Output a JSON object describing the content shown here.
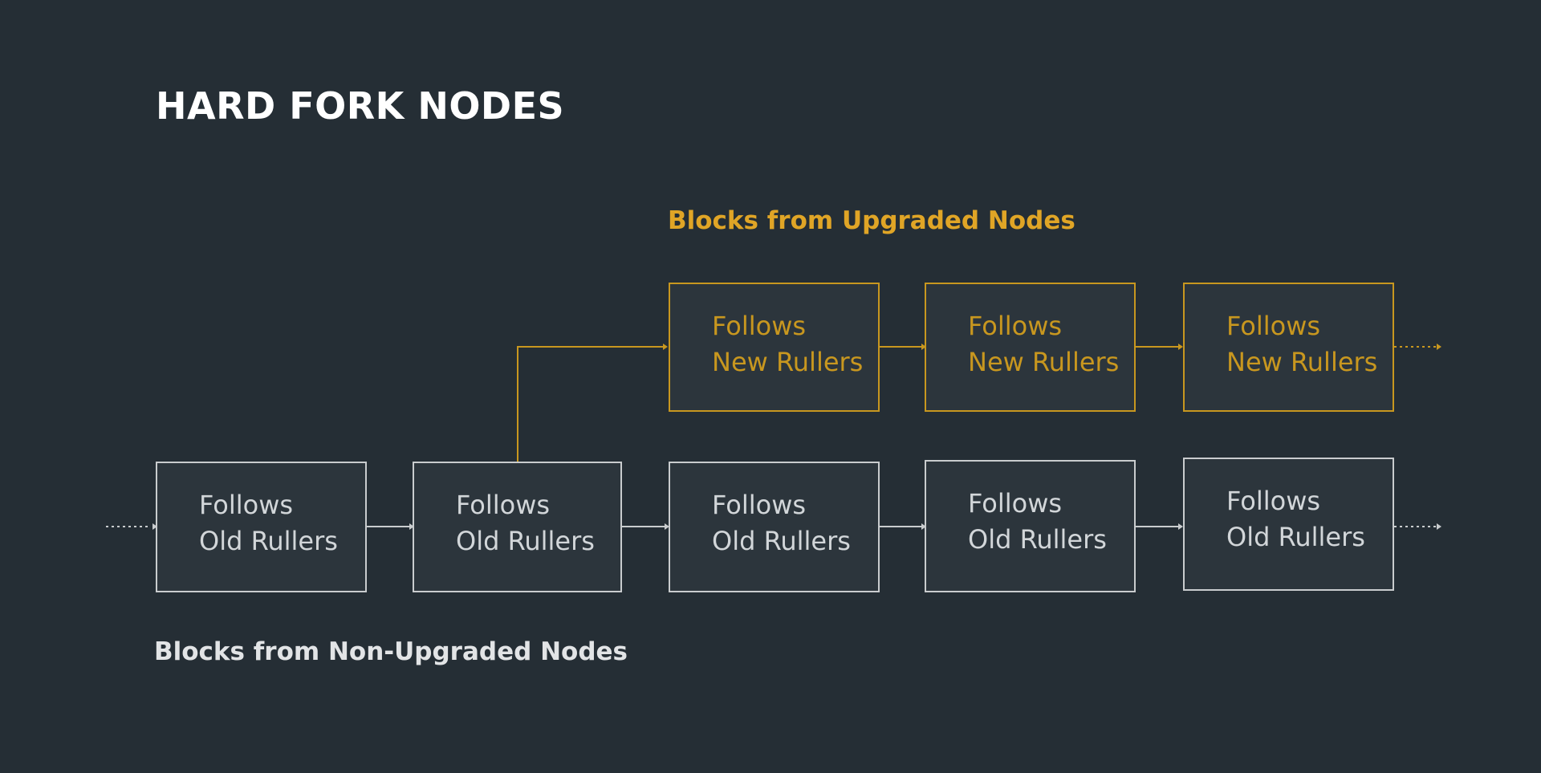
{
  "title": "HARD FORK NODES",
  "labels": {
    "upgraded": "Blocks from Upgraded Nodes",
    "non_upgraded": "Blocks from Non-Upgraded Nodes"
  },
  "colors": {
    "background": "#252e35",
    "upgraded": "#c8971f",
    "upgraded_label": "#e0a526",
    "old": "#c9ccce"
  },
  "upgraded_chain": [
    {
      "line1": "Follows",
      "line2": "New Rullers"
    },
    {
      "line1": "Follows",
      "line2": "New Rullers"
    },
    {
      "line1": "Follows",
      "line2": "New Rullers"
    }
  ],
  "old_chain": [
    {
      "line1": "Follows",
      "line2": "Old Rullers"
    },
    {
      "line1": "Follows",
      "line2": "Old Rullers"
    },
    {
      "line1": "Follows",
      "line2": "Old Rullers"
    },
    {
      "line1": "Follows",
      "line2": "Old Rullers"
    },
    {
      "line1": "Follows",
      "line2": "Old Rullers"
    }
  ]
}
